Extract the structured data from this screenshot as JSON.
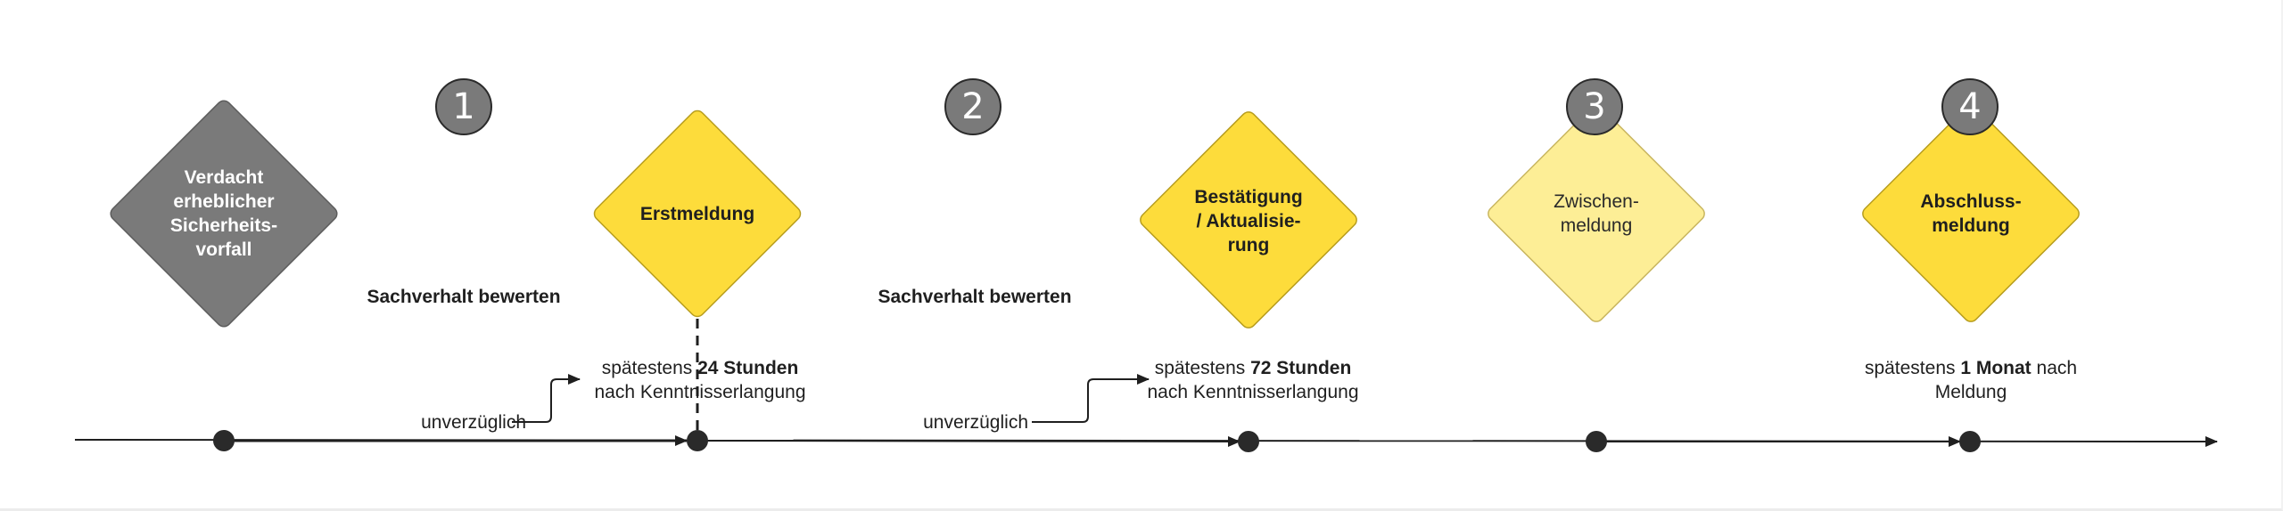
{
  "steps": [
    {
      "number": "1"
    },
    {
      "number": "2"
    },
    {
      "number": "3"
    },
    {
      "number": "4"
    }
  ],
  "diamonds": {
    "verdacht": "Verdacht\nerheblicher\nSicherheits-\nvorfall",
    "erstmeldung": "Erstmeldung",
    "bestaetigung": "Bestätigung\n/ Aktualisie-\nrung",
    "zwischen": "Zwischen-\nmeldung",
    "abschluss": "Abschluss-\nmeldung"
  },
  "labels": {
    "sachverhalt_1": "Sachverhalt bewerten",
    "sachverhalt_2": "Sachverhalt bewerten",
    "unverzueglich_1": "unverzüglich",
    "unverzueglich_2": "unverzüglich",
    "deadline_1": {
      "prefix": "spätestens ",
      "bold": "24 Stunden",
      "suffix": "",
      "line2": "nach Kenntnisserlangung"
    },
    "deadline_2": {
      "prefix": "spätestens ",
      "bold": "72 Stunden",
      "suffix": "",
      "line2": "nach Kenntnisserlangung"
    },
    "deadline_3": {
      "prefix": "spätestens ",
      "bold": "1 Monat",
      "suffix": " nach",
      "line2": "Meldung"
    }
  },
  "colors": {
    "grey_diamond": "#7a7a7a",
    "yellow": "#fddc3b",
    "light_yellow": "#fdee96",
    "badge": "#7a7a7a",
    "line": "#1f1f1f",
    "dot": "#2a2a2a"
  }
}
